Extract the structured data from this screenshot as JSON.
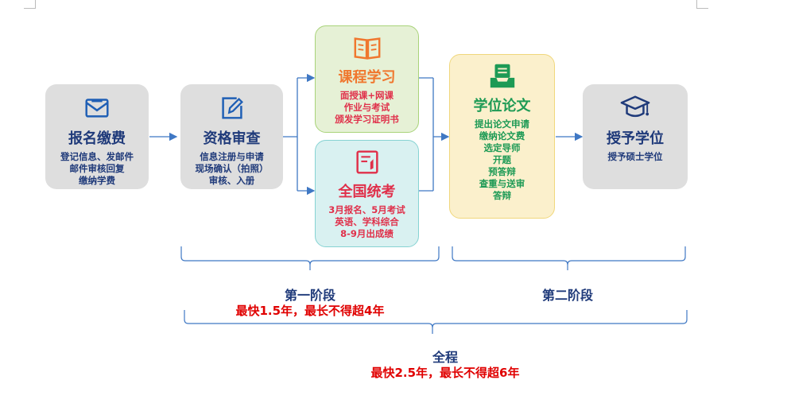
{
  "stages": {
    "register": {
      "title": "报名缴费",
      "lines": [
        "登记信息、发邮件",
        "邮件审核回复",
        "缴纳学费"
      ]
    },
    "review": {
      "title": "资格审查",
      "lines": [
        "信息注册与申请",
        "现场确认（拍照）",
        "审核、入册"
      ]
    },
    "course": {
      "title": "课程学习",
      "lines": [
        "面授课+网课",
        "作业与考试",
        "颁发学习证明书"
      ]
    },
    "exam": {
      "title": "全国统考",
      "lines": [
        "3月报名、5月考试",
        "英语、学科综合",
        "8-9月出成绩"
      ]
    },
    "thesis": {
      "title": "学位论文",
      "lines": [
        "提出论文申请",
        "缴纳论文费",
        "选定导师",
        "开题",
        "预答辩",
        "查重与送审",
        "答辩"
      ]
    },
    "degree": {
      "title": "授予学位",
      "lines": [
        "授予硕士学位"
      ]
    }
  },
  "phases": {
    "phase1": {
      "label": "第一阶段",
      "note": "最快1.5年，最长不得超4年"
    },
    "phase2": {
      "label": "第二阶段"
    },
    "whole": {
      "label": "全程",
      "note": "最快2.5年，最长不得超6年"
    }
  },
  "colors": {
    "gray_box": "#dedede",
    "navy": "#1f3a7a",
    "blue_line": "#3f78c4",
    "orange": "#f0772e",
    "red": "#e0304a",
    "green": "#1d9a55",
    "deadline_red": "#e00000"
  },
  "icons": {
    "register": "envelope-icon",
    "review": "edit-icon",
    "course": "book-icon",
    "exam": "exam-paper-icon",
    "thesis": "inbox-document-icon",
    "degree": "graduation-cap-icon"
  }
}
